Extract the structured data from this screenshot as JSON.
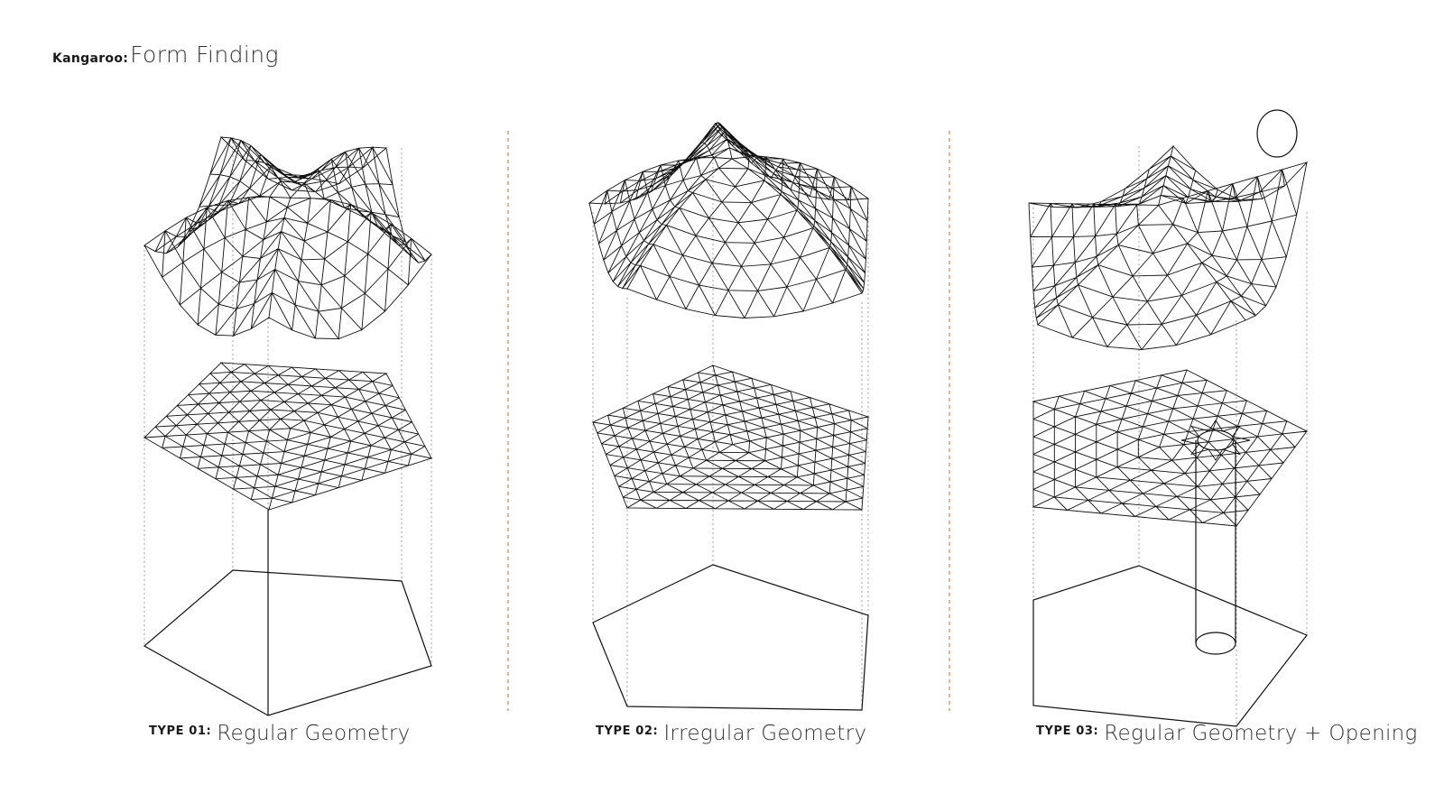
{
  "header": {
    "tool_name": "Kangaroo:",
    "subtitle": "Form Finding"
  },
  "types": [
    {
      "tag": "TYPE 01:",
      "label": "Regular Geometry"
    },
    {
      "tag": "TYPE 02:",
      "label": "Irregular Geometry"
    },
    {
      "tag": "TYPE 03:",
      "label": "Regular Geometry + Opening"
    }
  ],
  "colors": {
    "line": "#111111",
    "divider": "#e3a56a",
    "projection": "#999999"
  }
}
